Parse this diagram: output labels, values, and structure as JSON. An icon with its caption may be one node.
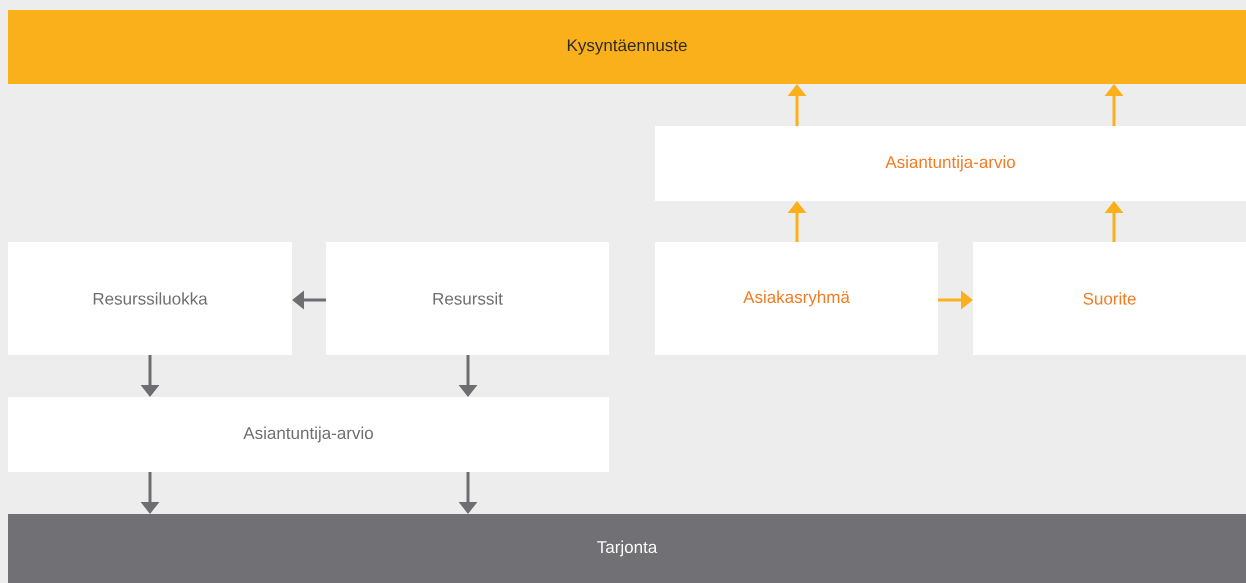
{
  "diagram": {
    "nodes": [
      {
        "text": [
          "Kysyntäennuste"
        ]
      },
      {
        "text": [
          "Asiantuntija-arvio"
        ]
      },
      {
        "text": [
          "Resurssiluokka"
        ]
      },
      {
        "text": [
          "Resurssit"
        ]
      },
      {
        "text": [
          "Asiakasryhmä"
        ]
      },
      {
        "text": [
          "Suorite"
        ]
      },
      {
        "text": [
          "Asiantuntija-arvio"
        ]
      },
      {
        "text": [
          "Tarjonta"
        ]
      }
    ],
    "edges": [
      {
        "from": 1,
        "to": 0,
        "arrow": "to",
        "color": "#f9b01b"
      },
      {
        "from": 1,
        "to": 0,
        "arrow": "to",
        "color": "#f9b01b"
      },
      {
        "from": 4,
        "to": 1,
        "arrow": "to",
        "color": "#f9b01b"
      },
      {
        "from": 5,
        "to": 1,
        "arrow": "to",
        "color": "#f9b01b"
      },
      {
        "from": 4,
        "to": 5,
        "arrow": "to",
        "color": "#f9b01b"
      },
      {
        "from": 3,
        "to": 2,
        "arrow": "to",
        "color": "#6e6e72"
      },
      {
        "from": 2,
        "to": 6,
        "arrow": "to",
        "color": "#6e6e72"
      },
      {
        "from": 3,
        "to": 6,
        "arrow": "to",
        "color": "#6e6e72"
      },
      {
        "from": 6,
        "to": 7,
        "arrow": "to",
        "color": "#6e6e72"
      },
      {
        "from": 6,
        "to": 7,
        "arrow": "to",
        "color": "#6e6e72"
      }
    ]
  }
}
